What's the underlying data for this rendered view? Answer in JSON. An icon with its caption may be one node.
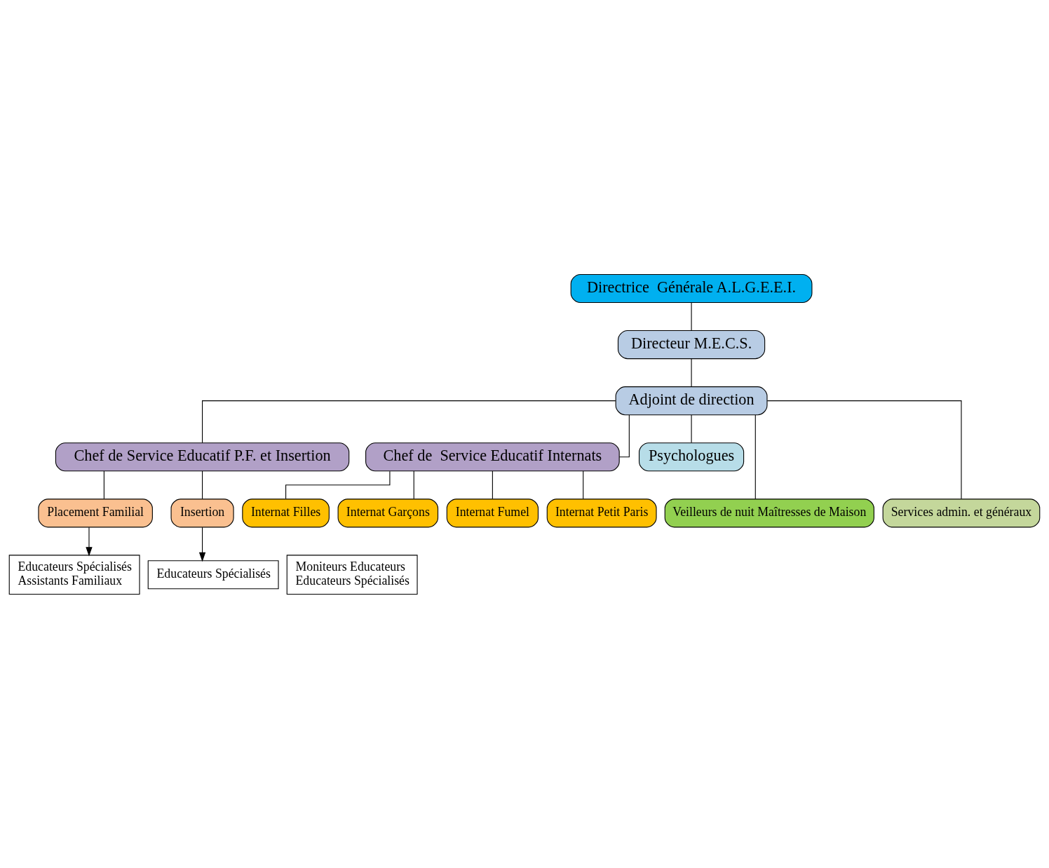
{
  "diagram": {
    "nodes": [
      {
        "text": [
          "Directrice  Générale A.L.G.E.E.I."
        ]
      },
      {
        "text": [
          "Directeur M.E.C.S."
        ]
      },
      {
        "text": [
          "Adjoint de direction"
        ]
      },
      {
        "text": [
          "Chef de Service Educatif P.F. et Insertion"
        ]
      },
      {
        "text": [
          "Chef de  Service Educatif Internats"
        ]
      },
      {
        "text": [
          "Psychologues"
        ]
      },
      {
        "text": [
          "Placement Familial"
        ]
      },
      {
        "text": [
          "Insertion"
        ]
      },
      {
        "text": [
          "Internat Filles"
        ]
      },
      {
        "text": [
          "Internat Garçons"
        ]
      },
      {
        "text": [
          "Internat Fumel"
        ]
      },
      {
        "text": [
          "Internat Petit Paris"
        ]
      },
      {
        "text": [
          "Veilleurs de nuit Maîtresses de Maison"
        ]
      },
      {
        "text": [
          "Services admin. et généraux"
        ]
      },
      {
        "text": [
          "Educateurs Spécialisés",
          "Assistants Familiaux"
        ]
      },
      {
        "text": [
          "Educateurs Spécialisés"
        ]
      },
      {
        "text": [
          "Moniteurs Educateurs",
          "Educateurs Spécialisés"
        ]
      }
    ],
    "edges": [
      {
        "from": 0,
        "to": 1,
        "arrow": "none"
      },
      {
        "from": 1,
        "to": 2,
        "arrow": "none"
      },
      {
        "from": 2,
        "to": 3,
        "arrow": "none"
      },
      {
        "from": 2,
        "to": 4,
        "arrow": "none"
      },
      {
        "from": 2,
        "to": 12,
        "arrow": "none"
      },
      {
        "from": 2,
        "to": 13,
        "arrow": "none"
      },
      {
        "from": 2,
        "to": 5,
        "arrow": "none"
      },
      {
        "from": 3,
        "to": 6,
        "arrow": "none"
      },
      {
        "from": 3,
        "to": 7,
        "arrow": "none"
      },
      {
        "from": 4,
        "to": 8,
        "arrow": "none"
      },
      {
        "from": 4,
        "to": 9,
        "arrow": "none"
      },
      {
        "from": 4,
        "to": 10,
        "arrow": "none"
      },
      {
        "from": 4,
        "to": 11,
        "arrow": "none"
      },
      {
        "from": 6,
        "to": 14,
        "arrow": "to"
      },
      {
        "from": 7,
        "to": 15,
        "arrow": "to"
      }
    ]
  }
}
